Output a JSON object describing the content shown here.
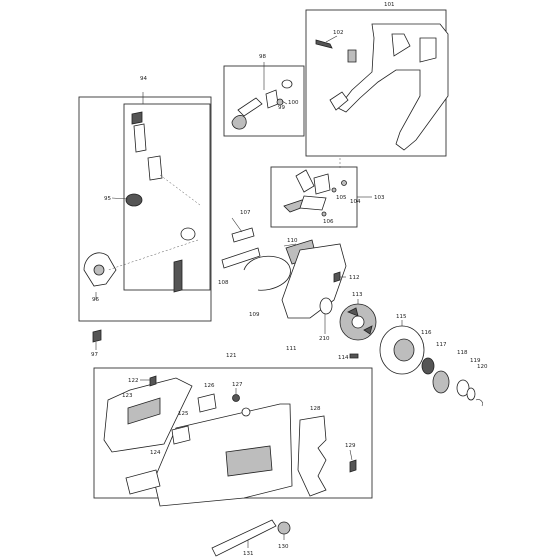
{
  "labels": {
    "p101": "101",
    "p102": "102",
    "p98": "98",
    "p99": "99",
    "p100": "100",
    "p94": "94",
    "p95": "95",
    "p96": "96",
    "p97": "97",
    "p103": "103",
    "p104": "104",
    "p105": "105",
    "p106": "106",
    "p107": "107",
    "p108": "108",
    "p109": "109",
    "p110": "110",
    "p111": "111",
    "p112": "112",
    "p113": "113",
    "p114": "114",
    "p115": "115",
    "p116": "116",
    "p117": "117",
    "p118": "118",
    "p119": "119",
    "p120": "120",
    "p121": "121",
    "p122": "122",
    "p123": "123",
    "p124": "124",
    "p125": "125",
    "p126": "126",
    "p127": "127",
    "p128": "128",
    "p129": "129",
    "p130": "130",
    "p131": "131",
    "p210": "210"
  }
}
